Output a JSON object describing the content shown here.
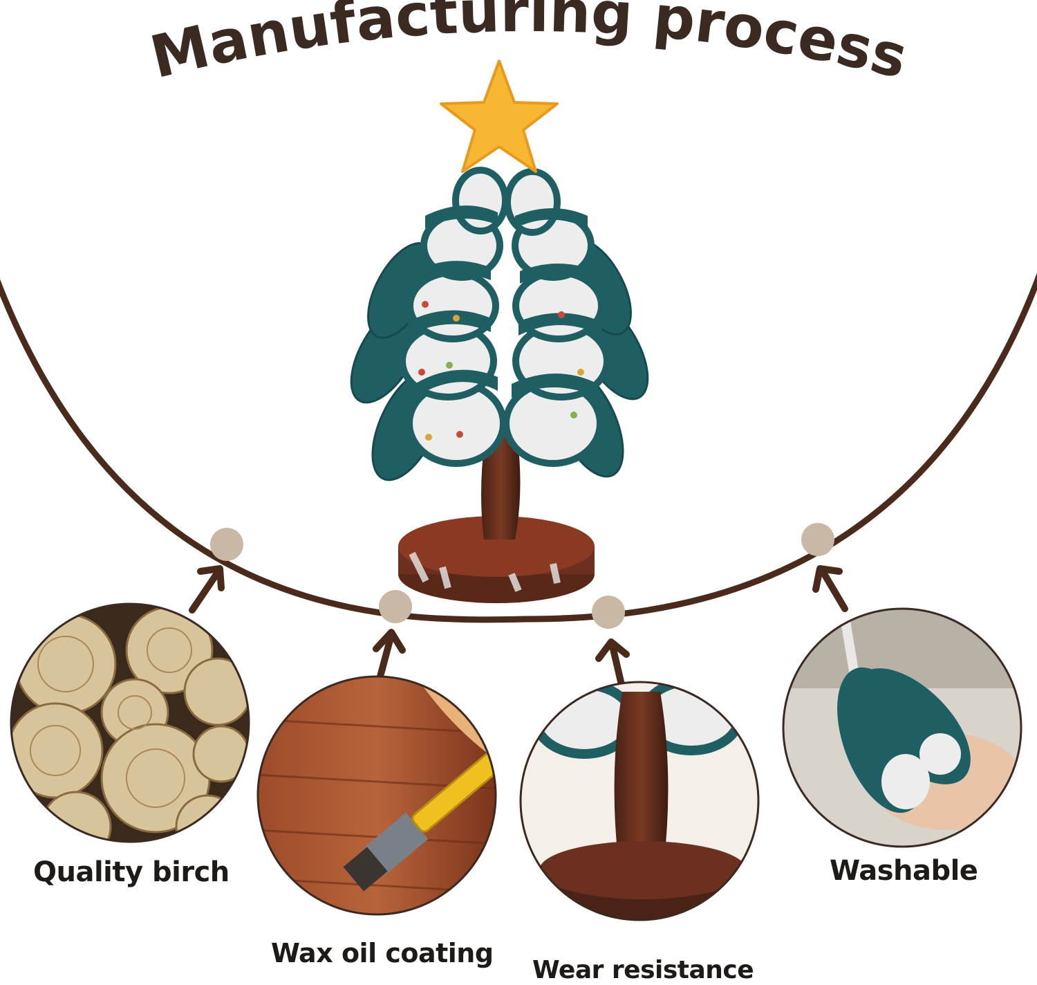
{
  "header": {
    "title": "Manufacturing process"
  },
  "features": [
    {
      "label": "Quality birch",
      "icon": "birch-logs-photo"
    },
    {
      "label": "Wax oil coating",
      "icon": "paint-brush-photo"
    },
    {
      "label": "Wear resistance",
      "icon": "tree-trunk-base-photo"
    },
    {
      "label": "Washable",
      "icon": "water-rinse-photo"
    }
  ],
  "colors": {
    "accent_brown": "#4a2a1a",
    "node": "#c9b8a3",
    "tree_teal": "#1f5f64",
    "star_yellow": "#f7b733",
    "wood": "#6b3422"
  }
}
